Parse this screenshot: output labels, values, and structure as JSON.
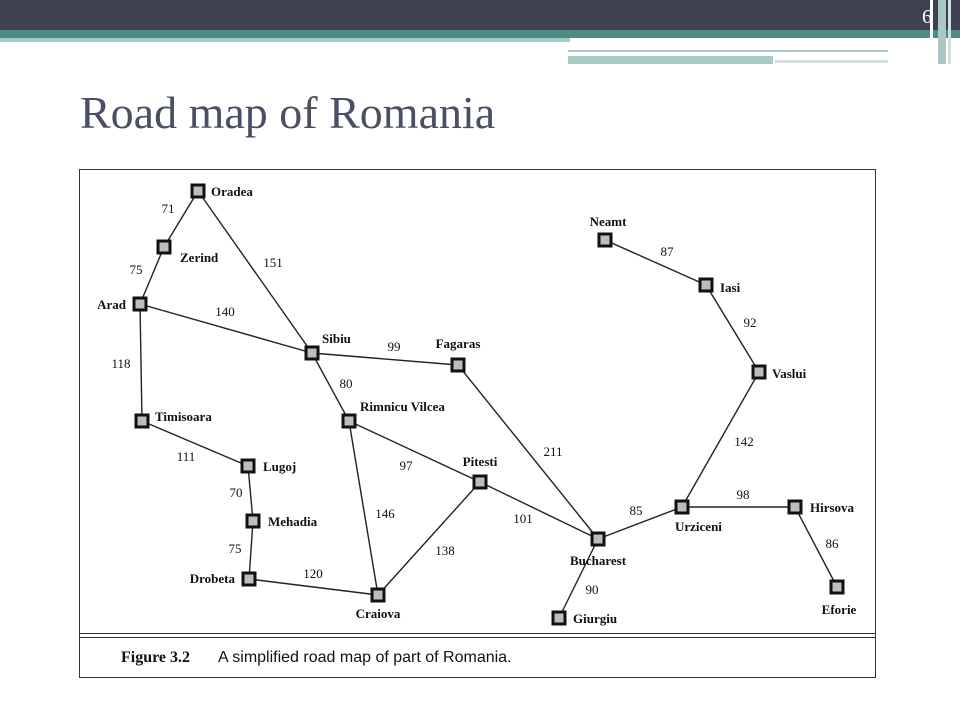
{
  "slide": {
    "number": "6",
    "title": "Road map of Romania"
  },
  "figure": {
    "label": "Figure 3.2",
    "caption": "A simplified road map of part of Romania."
  },
  "colors": {
    "topbar": "#3f4152",
    "accent_teal": "#4e8c88",
    "light_teal": "#a9c9c7",
    "title": "#4a4f63"
  },
  "cities": [
    {
      "id": "oradea",
      "name": "Oradea"
    },
    {
      "id": "zerind",
      "name": "Zerind"
    },
    {
      "id": "arad",
      "name": "Arad"
    },
    {
      "id": "timisoara",
      "name": "Timisoara"
    },
    {
      "id": "lugoj",
      "name": "Lugoj"
    },
    {
      "id": "mehadia",
      "name": "Mehadia"
    },
    {
      "id": "drobeta",
      "name": "Drobeta"
    },
    {
      "id": "craiova",
      "name": "Craiova"
    },
    {
      "id": "sibiu",
      "name": "Sibiu"
    },
    {
      "id": "rimnicu",
      "name": "Rimnicu Vilcea"
    },
    {
      "id": "fagaras",
      "name": "Fagaras"
    },
    {
      "id": "pitesti",
      "name": "Pitesti"
    },
    {
      "id": "bucharest",
      "name": "Bucharest"
    },
    {
      "id": "giurgiu",
      "name": "Giurgiu"
    },
    {
      "id": "urziceni",
      "name": "Urziceni"
    },
    {
      "id": "hirsova",
      "name": "Hirsova"
    },
    {
      "id": "eforie",
      "name": "Eforie"
    },
    {
      "id": "vaslui",
      "name": "Vaslui"
    },
    {
      "id": "iasi",
      "name": "Iasi"
    },
    {
      "id": "neamt",
      "name": "Neamt"
    }
  ],
  "roads": [
    {
      "from": "oradea",
      "to": "zerind",
      "distance": "71"
    },
    {
      "from": "zerind",
      "to": "arad",
      "distance": "75"
    },
    {
      "from": "oradea",
      "to": "sibiu",
      "distance": "151"
    },
    {
      "from": "arad",
      "to": "sibiu",
      "distance": "140"
    },
    {
      "from": "arad",
      "to": "timisoara",
      "distance": "118"
    },
    {
      "from": "timisoara",
      "to": "lugoj",
      "distance": "111"
    },
    {
      "from": "lugoj",
      "to": "mehadia",
      "distance": "70"
    },
    {
      "from": "mehadia",
      "to": "drobeta",
      "distance": "75"
    },
    {
      "from": "drobeta",
      "to": "craiova",
      "distance": "120"
    },
    {
      "from": "sibiu",
      "to": "fagaras",
      "distance": "99"
    },
    {
      "from": "sibiu",
      "to": "rimnicu",
      "distance": "80"
    },
    {
      "from": "rimnicu",
      "to": "craiova",
      "distance": "146"
    },
    {
      "from": "rimnicu",
      "to": "pitesti",
      "distance": "97"
    },
    {
      "from": "craiova",
      "to": "pitesti",
      "distance": "138"
    },
    {
      "from": "pitesti",
      "to": "bucharest",
      "distance": "101"
    },
    {
      "from": "fagaras",
      "to": "bucharest",
      "distance": "211"
    },
    {
      "from": "bucharest",
      "to": "giurgiu",
      "distance": "90"
    },
    {
      "from": "bucharest",
      "to": "urziceni",
      "distance": "85"
    },
    {
      "from": "urziceni",
      "to": "hirsova",
      "distance": "98"
    },
    {
      "from": "hirsova",
      "to": "eforie",
      "distance": "86"
    },
    {
      "from": "urziceni",
      "to": "vaslui",
      "distance": "142"
    },
    {
      "from": "vaslui",
      "to": "iasi",
      "distance": "92"
    },
    {
      "from": "iasi",
      "to": "neamt",
      "distance": "87"
    }
  ]
}
